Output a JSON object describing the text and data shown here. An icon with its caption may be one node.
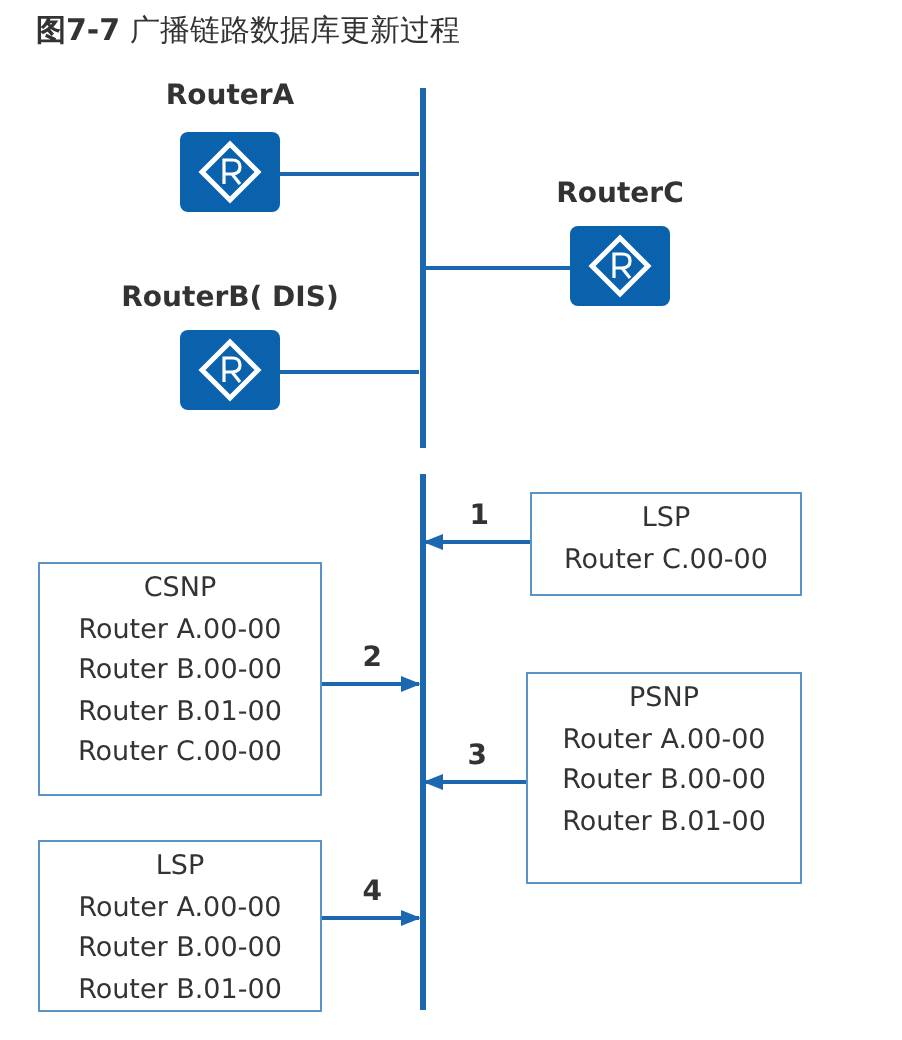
{
  "diagram": {
    "title": "**图7-7** 广播链路数据库更新过程",
    "nodes": [
      {
        "text": [
          "RouterA"
        ]
      },
      {
        "text": [
          "RouterB( DIS)"
        ]
      },
      {
        "text": [
          "RouterC"
        ]
      },
      {
        "text": [],
        "shape": "bar"
      },
      {
        "text": [],
        "shape": "bar"
      },
      {
        "text": [
          "LSP",
          "Router C.00-00"
        ]
      },
      {
        "text": [
          "CSNP",
          "Router A.00-00",
          "Router B.00-00",
          "Router B.01-00",
          "Router C.00-00"
        ]
      },
      {
        "text": [
          "PSNP",
          "Router A.00-00",
          "Router B.00-00",
          "Router B.01-00"
        ]
      },
      {
        "text": [
          "LSP",
          "Router A.00-00",
          "Router B.00-00",
          "Router B.01-00"
        ]
      }
    ],
    "edges": [
      {
        "from": 0,
        "to": 3,
        "arrow": "none"
      },
      {
        "from": 1,
        "to": 3,
        "arrow": "none"
      },
      {
        "from": 2,
        "to": 3,
        "arrow": "none"
      },
      {
        "from": 5,
        "to": 4,
        "arrow": "to",
        "label": "1"
      },
      {
        "from": 6,
        "to": 4,
        "arrow": "to",
        "label": "2"
      },
      {
        "from": 7,
        "to": 4,
        "arrow": "to",
        "label": "3"
      },
      {
        "from": 8,
        "to": 4,
        "arrow": "to",
        "label": "4"
      }
    ]
  }
}
